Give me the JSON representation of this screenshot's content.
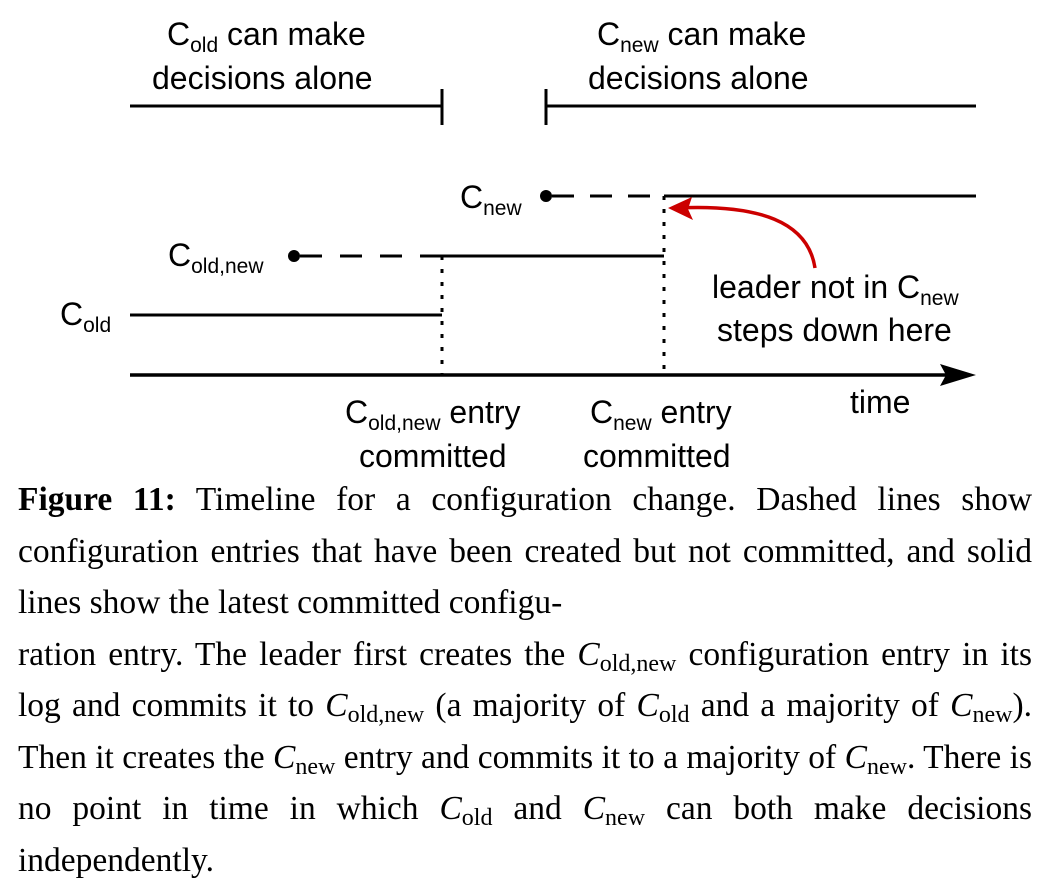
{
  "diagram": {
    "top_left": {
      "sym": "C",
      "sub": "old",
      "line1_rest": " can make",
      "line2": "decisions alone"
    },
    "top_right": {
      "sym": "C",
      "sub": "new",
      "line1_rest": " can make",
      "line2": "decisions alone"
    },
    "rows": {
      "c_old": {
        "sym": "C",
        "sub": "old"
      },
      "c_oldnew": {
        "sym": "C",
        "sub": "old,new"
      },
      "c_new": {
        "sym": "C",
        "sub": "new"
      }
    },
    "annotation": {
      "line1_pre": "leader not in ",
      "sym": "C",
      "sub": "new",
      "line2": "steps down here"
    },
    "axis_label": "time",
    "milestone_1": {
      "sym": "C",
      "sub": "old,new",
      "line1_rest": " entry",
      "line2": "committed"
    },
    "milestone_2": {
      "sym": "C",
      "sub": "new",
      "line1_rest": " entry",
      "line2": "committed"
    },
    "colors": {
      "arrow": "#cc0000",
      "ink": "#000000"
    }
  },
  "caption": {
    "label": "Figure 11:",
    "t1": " Timeline for a configuration change. Dashed lines show configuration entries that have been created but not committed, and solid lines show the latest committed configu-",
    "t2": "ration entry. The leader first creates the ",
    "c_sym": "C",
    "sub_oldnew": "old,new",
    "t3": " configuration entry in its log and commits it to ",
    "t4": " (a majority of ",
    "sub_old": "old",
    "t5": " and a majority of ",
    "sub_new": "new",
    "t6": "). Then it creates the ",
    "t7": " entry and commits it to a majority of ",
    "t8": ". There is no point in time in which ",
    "t9": " and ",
    "t10": " can both make decisions independently."
  }
}
